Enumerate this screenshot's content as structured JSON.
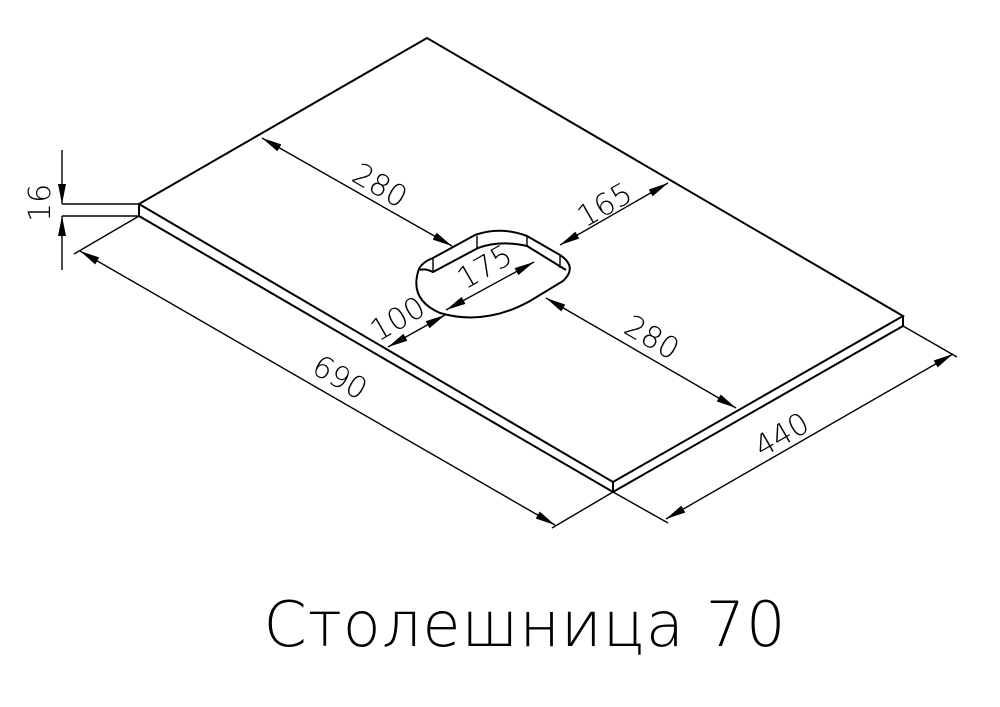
{
  "title": "Столешница 70",
  "dimensions": {
    "thickness": "16",
    "length": "690",
    "depth": "440",
    "left_offset": "280",
    "right_offset": "280",
    "back_offset": "165",
    "front_offset": "100",
    "cutout_length": "175"
  }
}
